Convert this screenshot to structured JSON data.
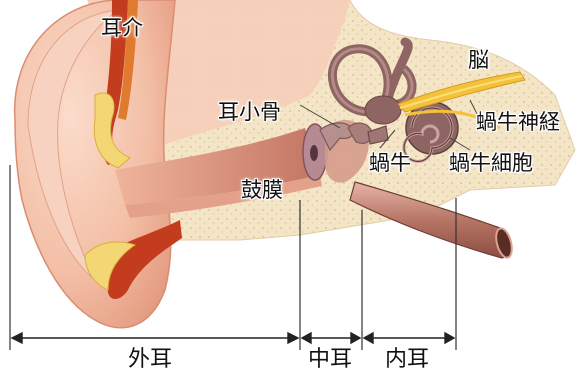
{
  "labels": {
    "auricle": "耳介",
    "brain": "脳",
    "ossicles": "耳小骨",
    "cochlear_nerve": "蝸牛神経",
    "cochlea": "蝸牛",
    "cochlear_cells": "蝸牛細胞",
    "eardrum": "鼓膜"
  },
  "sections": {
    "outer_ear": "外耳",
    "middle_ear": "中耳",
    "inner_ear": "内耳"
  },
  "colors": {
    "skin": "#f4c4ae",
    "skin_shade": "#e9a68b",
    "bone": "#f3e5c6",
    "canal": "#c98373",
    "cochlea": "#8e6562",
    "nerve": "#f4c23a",
    "cartilage": "#c33c1e"
  }
}
